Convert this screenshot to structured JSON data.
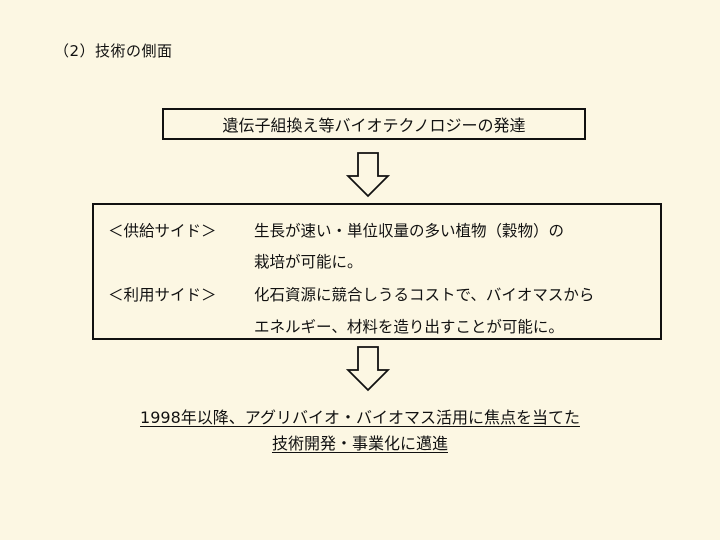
{
  "heading": "（2）技術の側面",
  "top_box": "遺伝子組換え等バイオテクノロジーの発達",
  "middle_box": {
    "rows": [
      {
        "tag": "＜供給サイド＞",
        "text": "生長が速い・単位収量の多い植物（穀物）の"
      },
      {
        "tag": "",
        "text": "栽培が可能に。"
      },
      {
        "tag": "＜利用サイド＞",
        "text": "化石資源に競合しうるコストで、バイオマスから"
      },
      {
        "tag": "",
        "text": "エネルギー、材料を造り出すことが可能に。"
      }
    ]
  },
  "conclusion": {
    "line1": "1998年以降、アグリバイオ・バイオマス活用に焦点を当てた",
    "line2": "技術開発・事業化に邁進"
  },
  "colors": {
    "background": "#fcf7e3",
    "stroke": "#111111"
  },
  "icons": [
    "down-arrow-icon",
    "down-arrow-icon"
  ]
}
